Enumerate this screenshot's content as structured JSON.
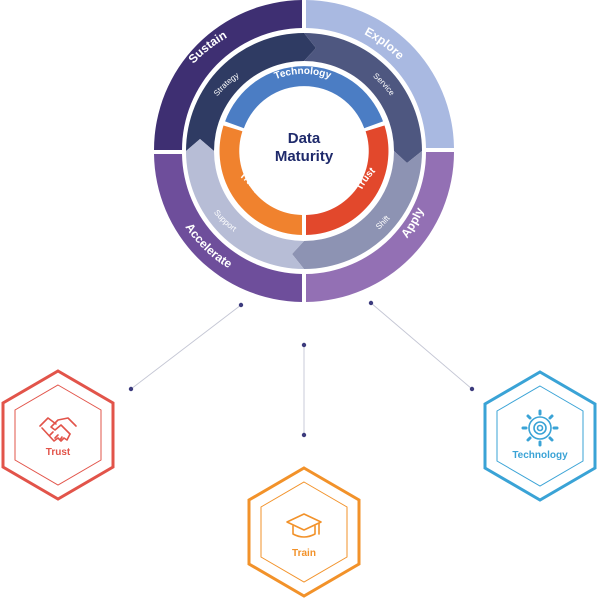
{
  "center": {
    "line1": "Data",
    "line2": "Maturity"
  },
  "outer_ring": [
    {
      "label": "Sustain",
      "color": "#3e2f72"
    },
    {
      "label": "Explore",
      "color": "#a9b9e1"
    },
    {
      "label": "Apply",
      "color": "#9370b4"
    },
    {
      "label": "Accelerate",
      "color": "#6e4e9b"
    }
  ],
  "middle_ring": [
    {
      "label": "Strategy",
      "color": "#2f3b63"
    },
    {
      "label": "Service",
      "color": "#4e5780"
    },
    {
      "label": "Shift",
      "color": "#8d93b3"
    },
    {
      "label": "Support",
      "color": "#b7bdd6"
    }
  ],
  "inner_ring": [
    {
      "label": "Technology",
      "color": "#4b7dc4"
    },
    {
      "label": "Trust",
      "color": "#e2482c"
    },
    {
      "label": "Train",
      "color": "#f0822e"
    }
  ],
  "pillars": [
    {
      "label": "Trust",
      "icon": "handshake-icon",
      "color": "#e2544a"
    },
    {
      "label": "Train",
      "icon": "graduation-cap-icon",
      "color": "#f2922a"
    },
    {
      "label": "Technology",
      "icon": "gear-icon",
      "color": "#3aa3d6"
    }
  ],
  "connector_color": "#3c3b7d"
}
